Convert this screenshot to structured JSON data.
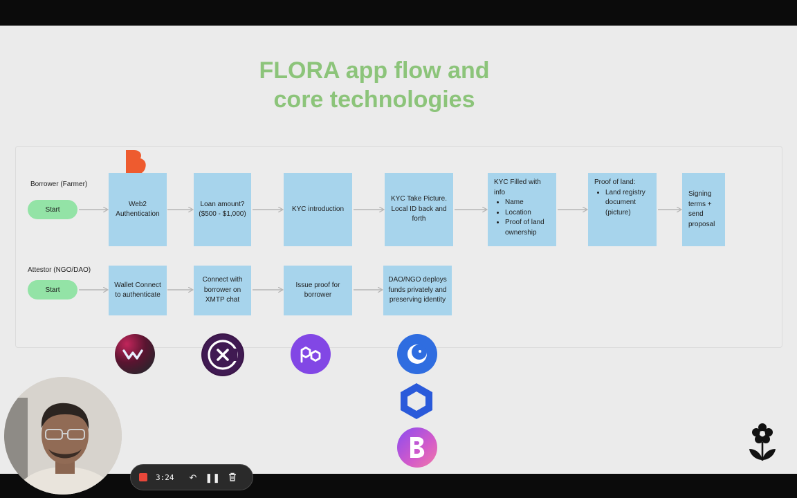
{
  "slide": {
    "title_line1": "FLORA app flow and",
    "title_line2": "core technologies"
  },
  "borrower_row": {
    "label": "Borrower (Farmer)",
    "start_label": "Start",
    "steps": {
      "web2_auth": "Web2 Authentication",
      "loan_amount": "Loan amount? ($500 - $1,000)",
      "kyc_intro": "KYC introduction",
      "kyc_picture": "KYC Take Picture. Local ID back and forth",
      "kyc_filled_heading": "KYC Filled with info",
      "kyc_filled_items": [
        "Name",
        "Location",
        "Proof of land ownership"
      ],
      "proof_land_heading": "Proof of land:",
      "proof_land_items": [
        "Land registry document (picture)"
      ],
      "signing": "Signing terms + send proposal"
    }
  },
  "attestor_row": {
    "label": "Attestor (NGO/DAO)",
    "start_label": "Start",
    "steps": {
      "wallet_connect": "Wallet Connect to authenticate",
      "xmtp_chat": "Connect with borrower on XMTP chat",
      "issue_proof": "Issue proof for borrower",
      "dao_deploys": "DAO/NGO deploys funds privately and preserving identity"
    }
  },
  "logos": {
    "web2_auth": "magic-logo-icon",
    "wallet_connect": "walletconnect-logo-icon",
    "xmtp": "xmtp-logo-icon",
    "polygon": "polygon-logo-icon",
    "deploy_tech_1": "blue-bird-logo-icon",
    "deploy_tech_2": "chainlink-hexagon-logo-icon",
    "deploy_tech_3": "b-letter-logo-icon",
    "brand": "flora-flower-logo-icon"
  },
  "colors": {
    "title": "#8cc47a",
    "start": "#93e3a6",
    "step_box": "#a7d4ec",
    "arrow": "#b5b5b5",
    "slide_bg": "#ebebeb"
  },
  "recorder": {
    "time": "3:24"
  }
}
